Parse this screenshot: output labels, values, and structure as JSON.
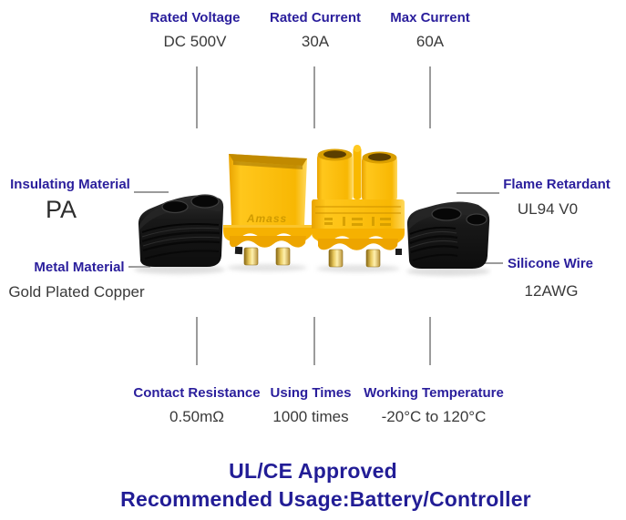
{
  "colors": {
    "label": "#2a1e9c",
    "value": "#3a3a3a",
    "line": "#9b9b9b",
    "footer": "#221d96",
    "background": "#ffffff",
    "connector_yellow": "#f7b500",
    "cap_black": "#1a1a1a",
    "pin_gold": "#d9b44a"
  },
  "top_specs": [
    {
      "label": "Rated Voltage",
      "value": "DC 500V"
    },
    {
      "label": "Rated Current",
      "value": "30A"
    },
    {
      "label": "Max Current",
      "value": "60A"
    }
  ],
  "left_specs": [
    {
      "label": "Insulating Material",
      "value": "PA"
    },
    {
      "label": "Metal Material",
      "value": "Gold Plated Copper"
    }
  ],
  "right_specs": [
    {
      "label": "Flame Retardant",
      "value": "UL94 V0"
    },
    {
      "label": "Silicone Wire",
      "value": "12AWG"
    }
  ],
  "bottom_specs": [
    {
      "label": "Contact Resistance",
      "value": "0.50mΩ"
    },
    {
      "label": "Using Times",
      "value": "1000 times"
    },
    {
      "label": "Working Temperature",
      "value": "-20°C to 120°C"
    }
  ],
  "footer": {
    "line1": "UL/CE Approved",
    "line2": "Recommended Usage:Battery/Controller"
  },
  "product": {
    "brand": "Amass"
  }
}
